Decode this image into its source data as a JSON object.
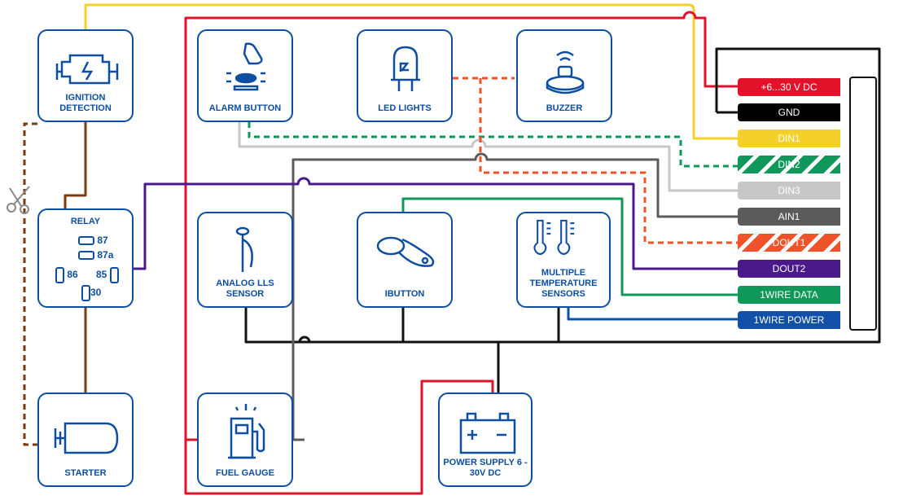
{
  "components": {
    "ignition": "IGNITION DETECTION",
    "relay": "RELAY",
    "starter": "STARTER",
    "alarm": "ALARM BUTTON",
    "led": "LED LIGHTS",
    "buzzer": "BUZZER",
    "lls": "ANALOG LLS SENSOR",
    "ibutton": "IBUTTON",
    "temp": "MULTIPLE TEMPERATURE SENSORS",
    "fuel": "FUEL GAUGE",
    "power": "POWER SUPPLY 6 - 30V DC"
  },
  "relay_pins": [
    "87",
    "87a",
    "86",
    "85",
    "30"
  ],
  "connector_pins": [
    {
      "label": "+6...30 V DC",
      "color": "#e2122a"
    },
    {
      "label": "GND",
      "color": "#000000"
    },
    {
      "label": "DIN1",
      "color": "#f5d02a"
    },
    {
      "label": "DIN2",
      "color": "#10985b"
    },
    {
      "label": "DIN3",
      "color": "#c7c7c7"
    },
    {
      "label": "AIN1",
      "color": "#5b5b5b"
    },
    {
      "label": "DOUT1",
      "color": "#f0532a"
    },
    {
      "label": "DOUT2",
      "color": "#4a1a8a"
    },
    {
      "label": "1WIRE DATA",
      "color": "#10985b"
    },
    {
      "label": "1WIRE POWER",
      "color": "#1150a8"
    }
  ],
  "icons": {
    "ignition": "engine-icon",
    "starter": "starter-motor-icon",
    "alarm": "push-button-icon",
    "led": "led-icon",
    "buzzer": "buzzer-icon",
    "lls": "probe-sensor-icon",
    "ibutton": "ibutton-key-icon",
    "temp": "thermometer-icon",
    "fuel": "fuel-pump-icon",
    "power": "battery-icon",
    "cut": "scissors-icon"
  },
  "colors": {
    "box_border": "#0d4ea1",
    "red": "#e2122a",
    "yellow": "#f5d02a",
    "green": "#10985b",
    "light_gray": "#c7c7c7",
    "dark_gray": "#5b5b5b",
    "orange": "#f0532a",
    "purple": "#4a1a8a",
    "blue": "#1150a8",
    "brown": "#7a3d10",
    "black": "#111111"
  }
}
